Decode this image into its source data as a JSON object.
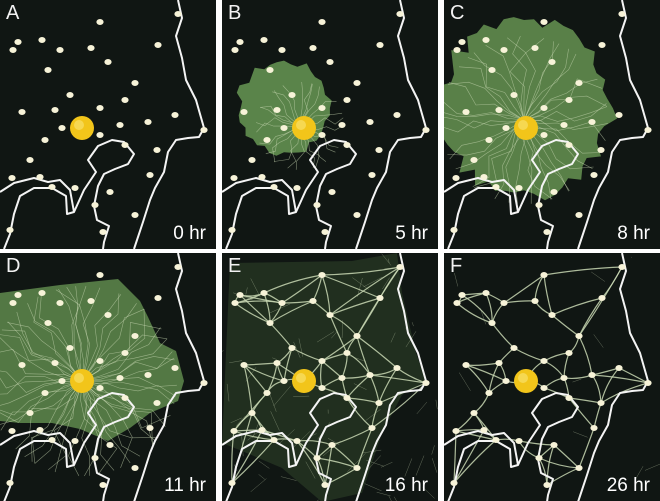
{
  "panels": [
    {
      "label": "A",
      "time": "0 hr",
      "growth": "none"
    },
    {
      "label": "B",
      "time": "5 hr",
      "growth": "blob"
    },
    {
      "label": "C",
      "time": "8 hr",
      "growth": "spread"
    },
    {
      "label": "D",
      "time": "11 hr",
      "growth": "full"
    },
    {
      "label": "E",
      "time": "16 hr",
      "growth": "network-dense"
    },
    {
      "label": "F",
      "time": "26 hr",
      "growth": "network-sparse"
    }
  ],
  "colors": {
    "background": "#101613",
    "border": "#ffffff",
    "coastline": "#f4f4f4",
    "oat_flake": "#f7f3d8",
    "center_source": "#f2c51a",
    "mold_fill": "#5f8a4d",
    "mold_vein": "#c9d8b4"
  }
}
